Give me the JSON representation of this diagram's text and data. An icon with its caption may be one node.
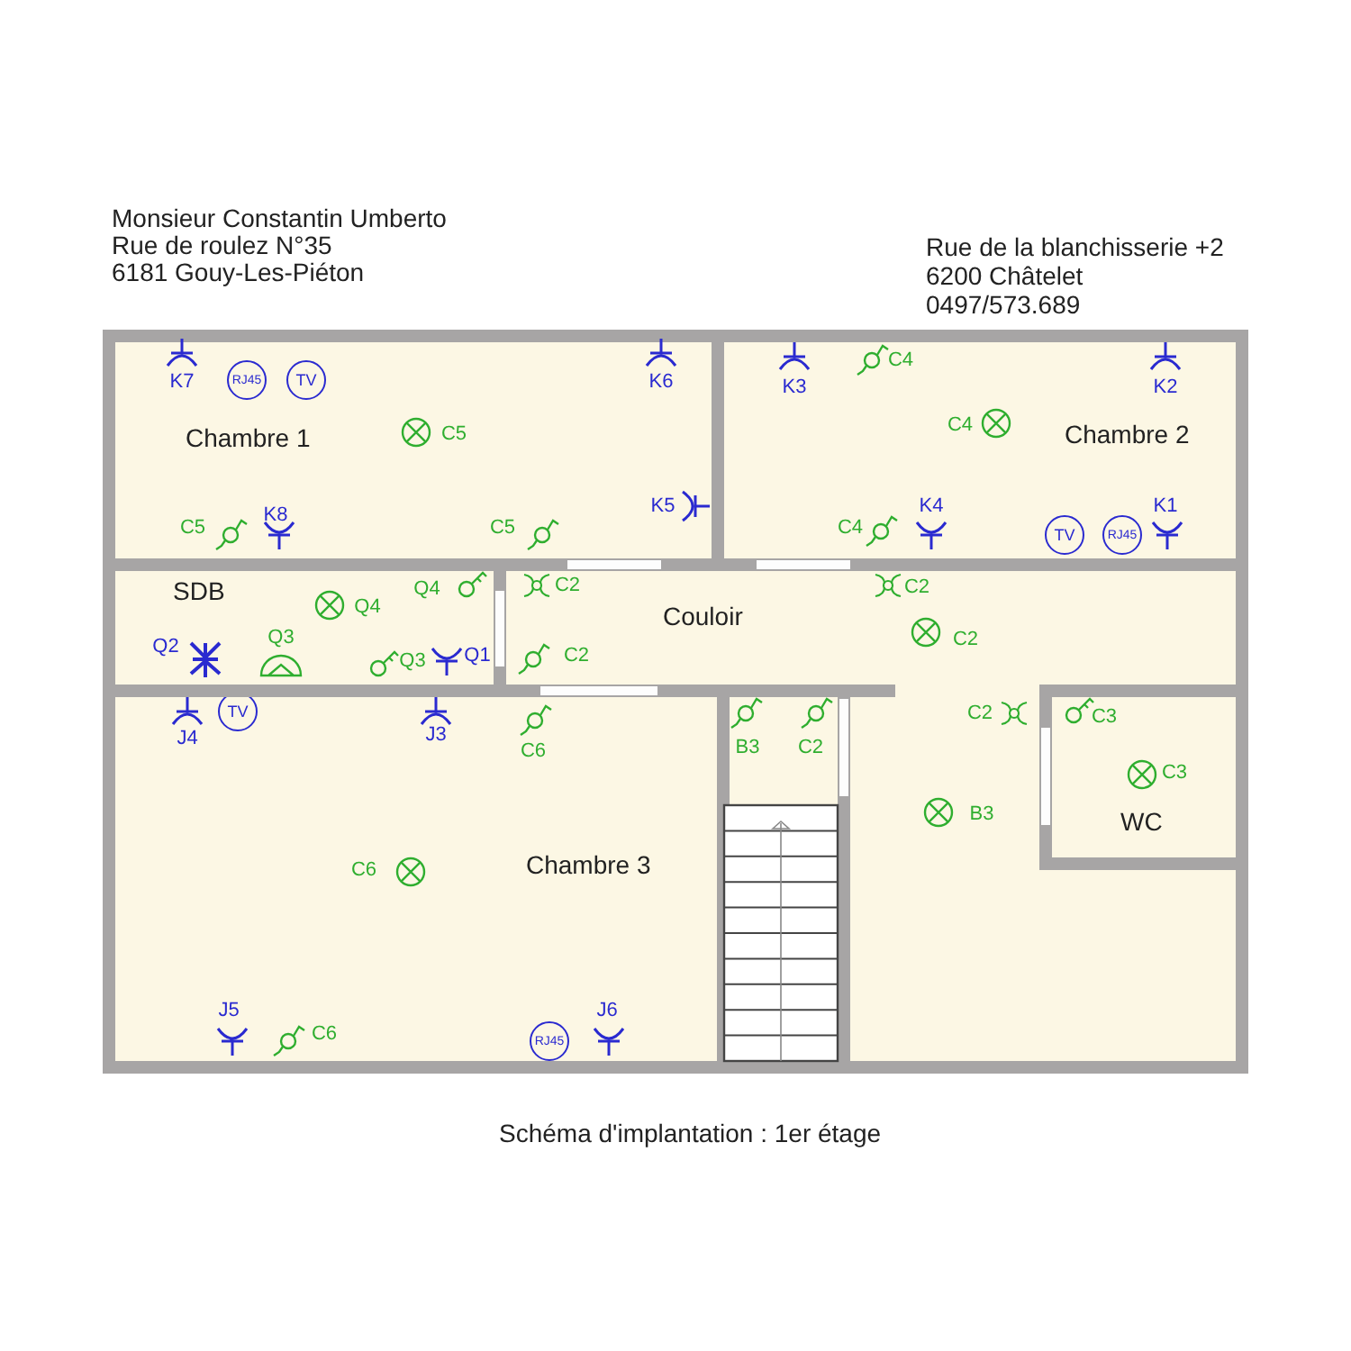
{
  "diagram": {
    "caption": "Schéma d'implantation : 1er étage",
    "nodes": [
      {
        "text": [
          "Chambre 1"
        ]
      },
      {
        "text": [
          "RJ45"
        ],
        "in": 0
      },
      {
        "text": [
          "TV"
        ],
        "in": 0
      },
      {
        "text": [
          "Chambre 2"
        ]
      },
      {
        "text": [
          "TV"
        ],
        "in": 3
      },
      {
        "text": [
          "RJ45"
        ],
        "in": 3
      },
      {
        "text": [
          "SDB"
        ]
      },
      {
        "text": [
          "Couloir"
        ]
      },
      {
        "text": [
          "Chambre 3"
        ]
      },
      {
        "text": [
          "TV"
        ],
        "in": 8
      },
      {
        "text": [
          "RJ45"
        ],
        "in": 8
      },
      {
        "text": [
          "WC"
        ]
      }
    ],
    "labels": [
      "Monsieur Constantin Umberto",
      "Rue de roulez N°35",
      "6181 Gouy-Les-Piéton",
      "Rue de la blanchisserie +2",
      "6200 Châtelet",
      "0497/573.689",
      "K7",
      "K6",
      "K3",
      "C4",
      "K2",
      "C5",
      "C4",
      "C5",
      "K8",
      "C5",
      "K5",
      "C4",
      "K4",
      "K1",
      "Q4",
      "C2",
      "C2",
      "Q4",
      "C2",
      "Q2",
      "Q3",
      "Q3",
      "Q1",
      "C2",
      "C2",
      "C3",
      "J4",
      "J3",
      "C6",
      "B3",
      "C2",
      "C3",
      "B3",
      "C6",
      "J5",
      "C6",
      "J6"
    ]
  }
}
